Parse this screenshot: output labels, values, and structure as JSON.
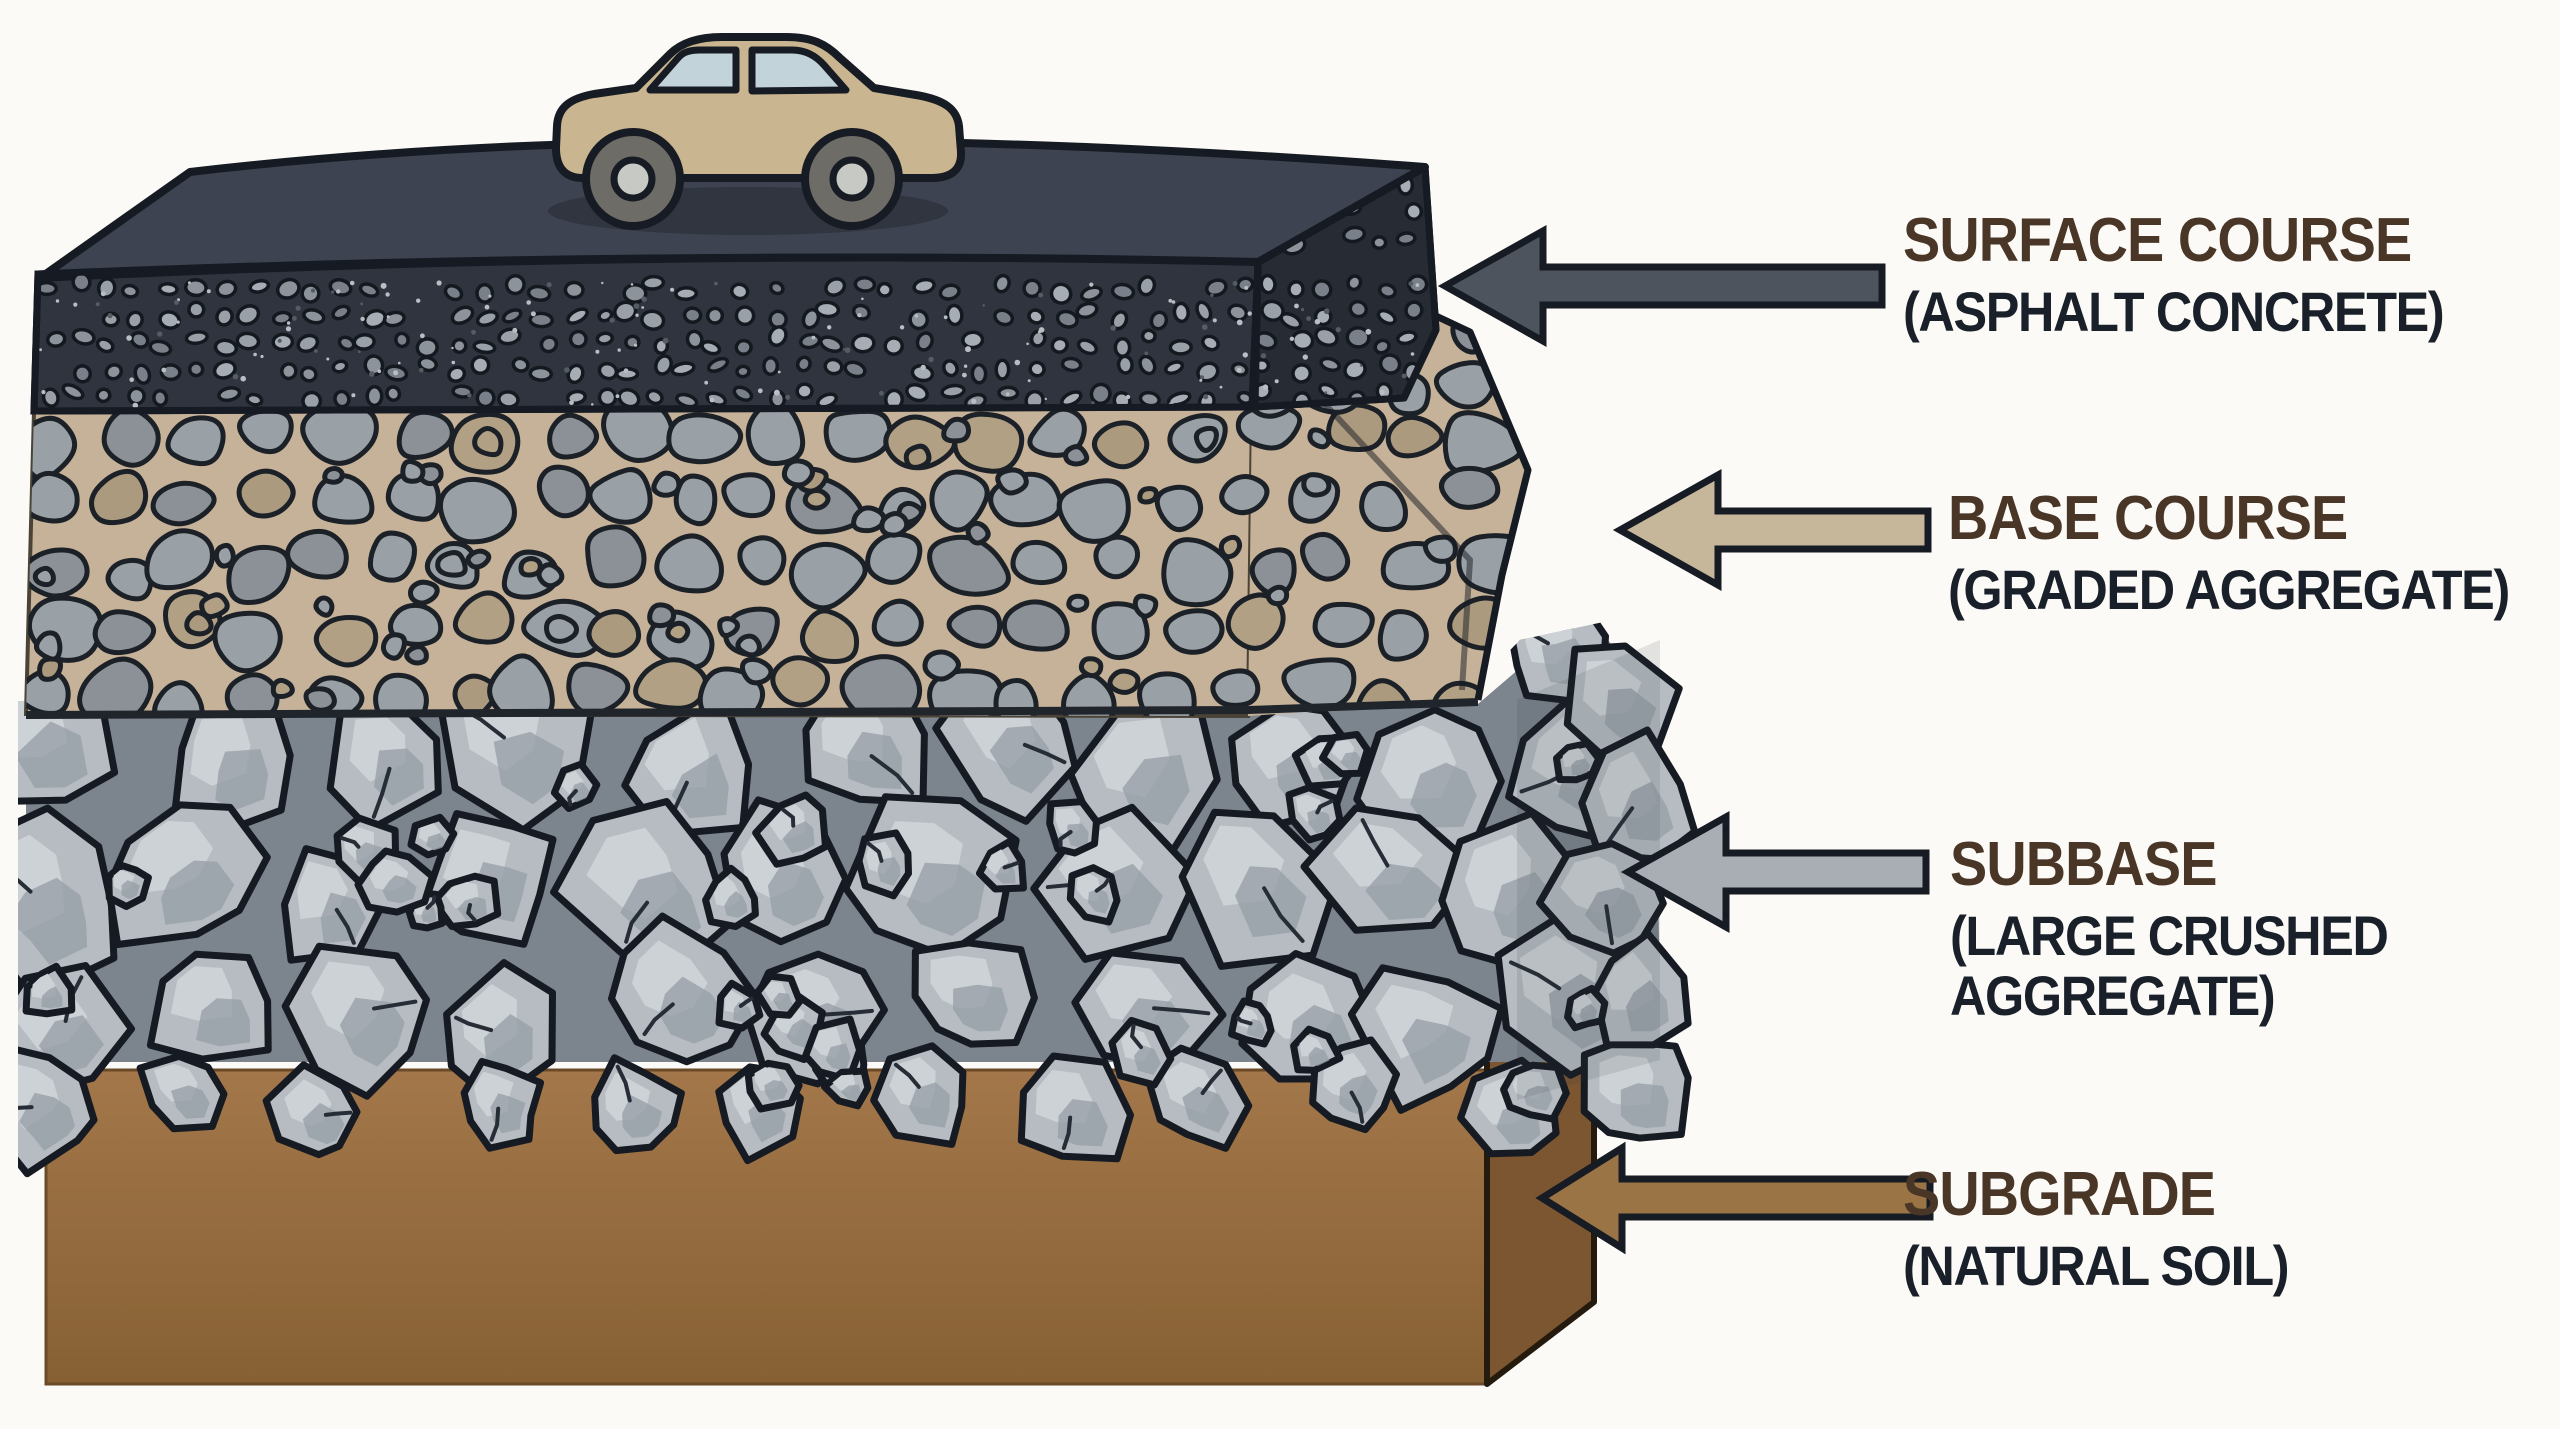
{
  "callouts": [
    {
      "title": "SURFACE COURSE",
      "subtitle_lines": [
        "(ASPHALT CONCRETE)"
      ]
    },
    {
      "title": "BASE COURSE",
      "subtitle_lines": [
        "(GRADED AGGREGATE)"
      ]
    },
    {
      "title": "SUBBASE",
      "subtitle_lines": [
        "(LARGE CRUSHED",
        "AGGREGATE)"
      ]
    },
    {
      "title": "SUBGRADE",
      "subtitle_lines": [
        "(NATURAL SOIL)"
      ]
    }
  ],
  "styles": {
    "background": "#fbfaf6",
    "title_color": "#4a3627",
    "subtitle_color": "#1a202a",
    "arrow_colors": [
      "#4e545e",
      "#c6b79b",
      "#a9aeb4",
      "#9b7446"
    ],
    "arrow_outline": "#161b24",
    "layer_colors": {
      "asphalt_top": "#3d4350",
      "asphalt_front": "#2f343e",
      "asphalt_side": "#262b34",
      "asphalt_pebbles": [
        "#8d939b",
        "#9aa0a8",
        "#7a8089",
        "#a7adb5"
      ],
      "speck_light": "#b9bec5",
      "speck_dark": "#565c64",
      "base_matrix": "#c6b298",
      "base_stone_grays": [
        "#9aa1a6",
        "#8b9197"
      ],
      "base_stone_tans": [
        "#b1a084",
        "#ac9a7e"
      ],
      "subbase_matrix": "#7c848d",
      "subbase_stone": "#b6bcc1",
      "subbase_stone_light": "#cdd2d6",
      "subbase_stone_dark": "#99a0a7",
      "subgrade_top": "#a3774a",
      "subgrade_bottom": "#866033",
      "subgrade_side": "#7c5630",
      "outline": "#161a22"
    },
    "car": {
      "body": "#c9b58f",
      "window": "#c3d3da",
      "tire": "#6e6c66",
      "hub": "#c7c9c5",
      "outline": "#171b23",
      "shadow": "#23272f"
    }
  }
}
